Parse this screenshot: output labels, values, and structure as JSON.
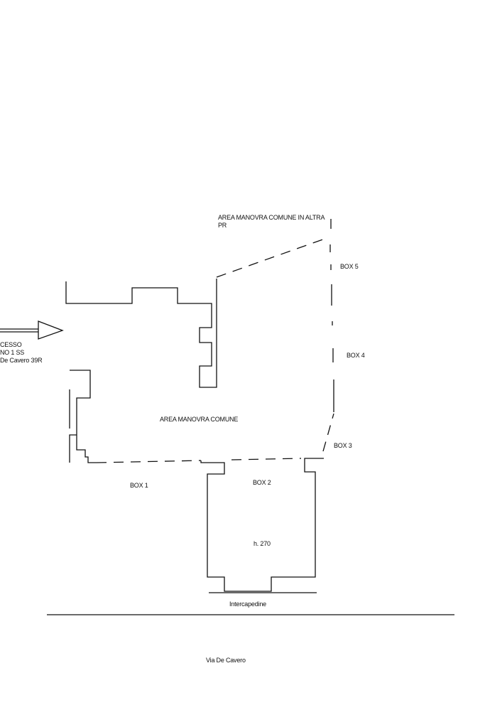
{
  "labels": {
    "area_top_line1": "AREA MANOVRA COMUNE IN ALTRA",
    "area_top_line2": "PR",
    "box5": "BOX 5",
    "box4": "BOX 4",
    "box3": "BOX 3",
    "box2": "BOX 2",
    "box1": "BOX 1",
    "area_common": "AREA MANOVRA COMUNE",
    "height": "h. 270",
    "interc": "Intercapedine",
    "street": "Via De Cavero",
    "access_line1": "CESSO",
    "access_line2": "NO 1 SS",
    "access_line3": "De Cavero 39R"
  },
  "colors": {
    "line": "#111111",
    "background": "#ffffff"
  }
}
